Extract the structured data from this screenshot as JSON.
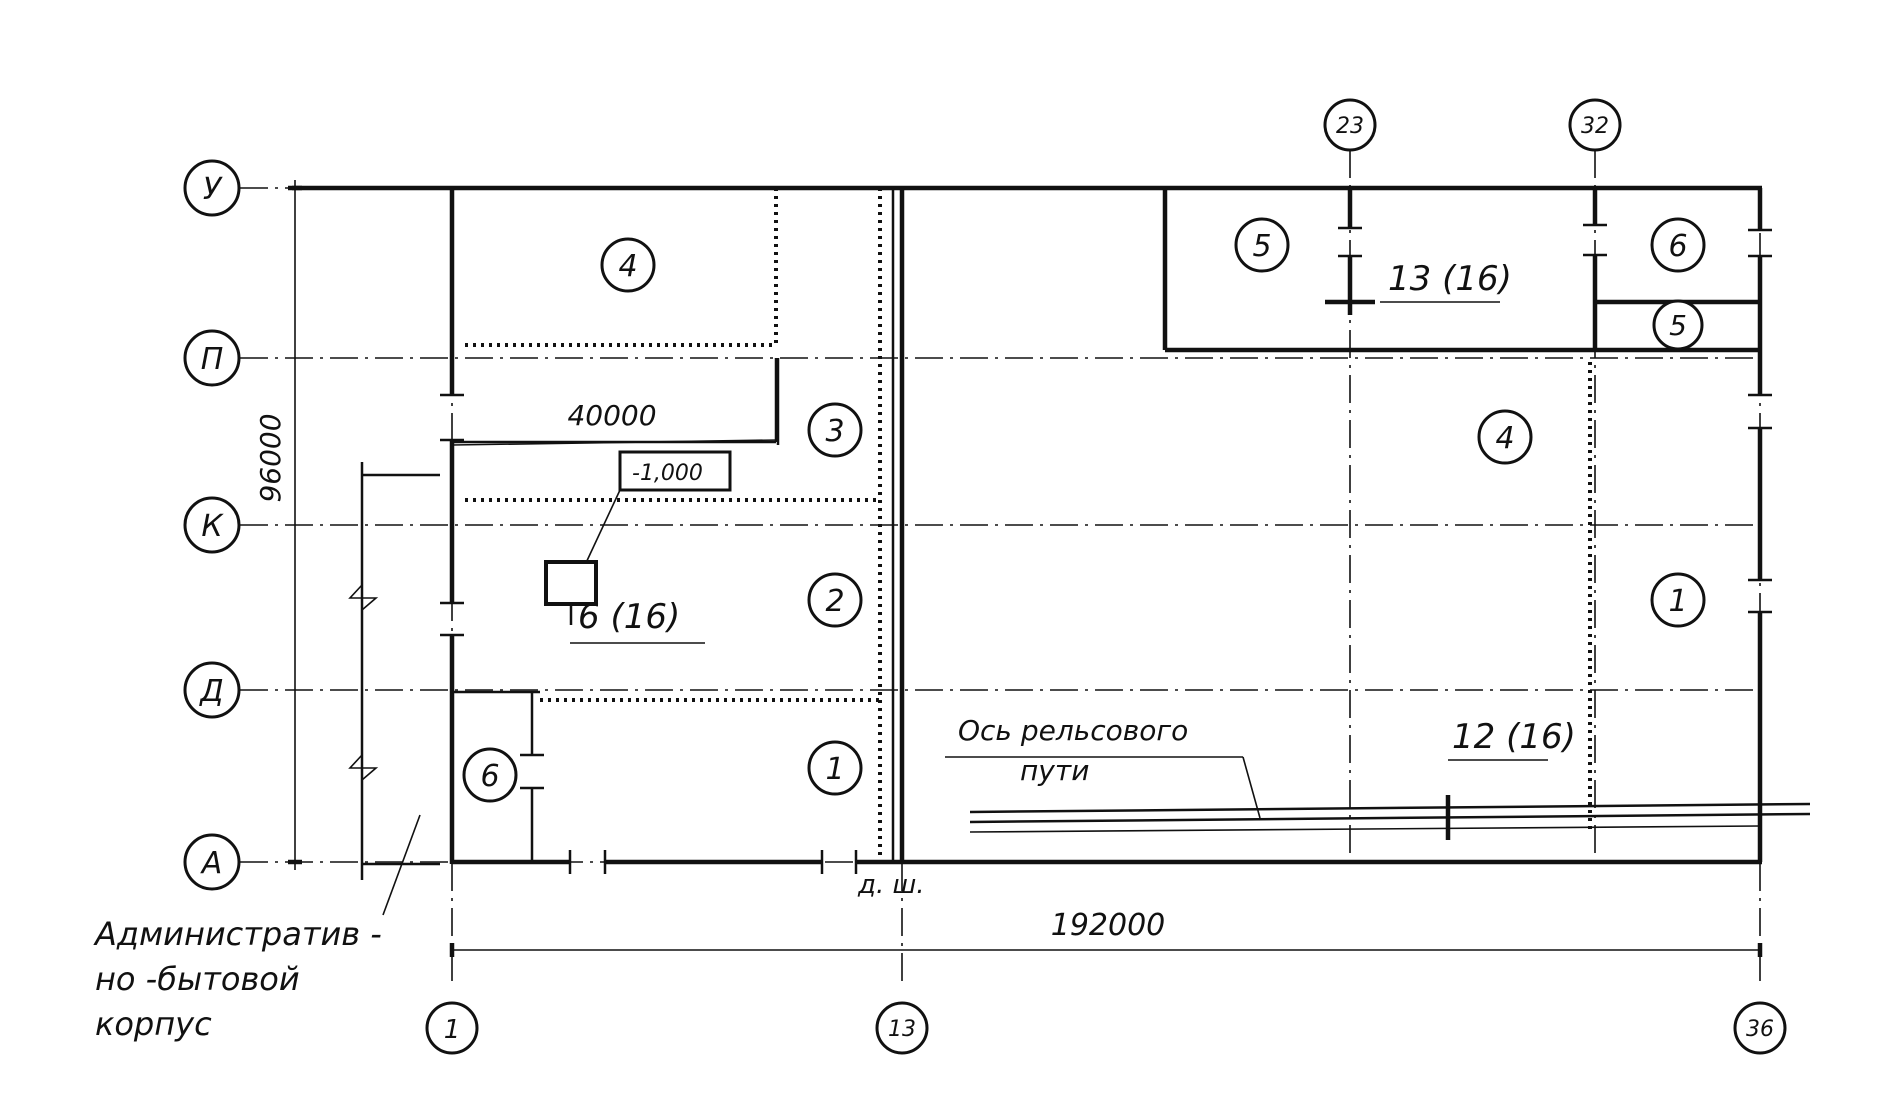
{
  "diagram": {
    "grid_rows": [
      {
        "id": "row-u",
        "label": "У"
      },
      {
        "id": "row-p",
        "label": "П"
      },
      {
        "id": "row-k",
        "label": "К"
      },
      {
        "id": "row-d",
        "label": "Д"
      },
      {
        "id": "row-a",
        "label": "А"
      }
    ],
    "grid_columns": [
      "1",
      "13",
      "36",
      "23",
      "32"
    ],
    "dimensions": {
      "overall_length": "192000",
      "overall_width": "96000",
      "bay_length": "40000"
    },
    "zones_left": [
      "4",
      "3",
      "2",
      "1",
      "6"
    ],
    "zones_right": [
      "5",
      "6",
      "5",
      "4",
      "1"
    ],
    "crane_labels": [
      "13 (16)",
      "6 (16)",
      "12 (16)"
    ],
    "elevation_mark": "-1,000",
    "rail_axis_label": [
      "Ось рельсового",
      "пути"
    ],
    "expansion_joint_label": "д. ш.",
    "admin_building_label": [
      "Административ -",
      "но -бытовой",
      "корпус"
    ]
  }
}
